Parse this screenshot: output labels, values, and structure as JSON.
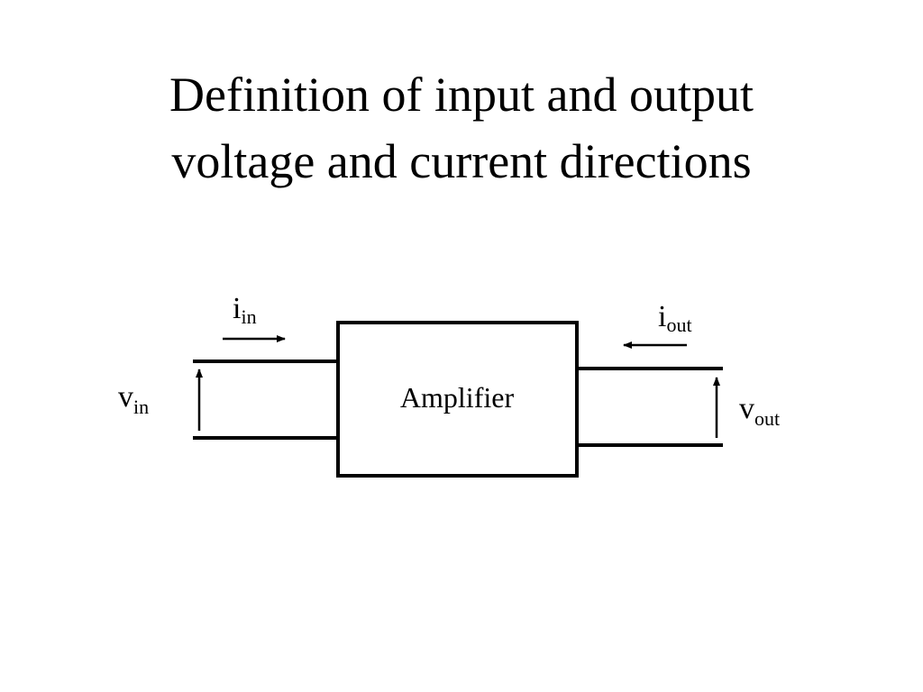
{
  "title": {
    "line1": "Definition of input and output",
    "line2": "voltage and current directions"
  },
  "diagram": {
    "block_label": "Amplifier",
    "input_current": {
      "symbol": "i",
      "subscript": "in"
    },
    "output_current": {
      "symbol": "i",
      "subscript": "out"
    },
    "input_voltage": {
      "symbol": "v",
      "subscript": "in"
    },
    "output_voltage": {
      "symbol": "v",
      "subscript": "out"
    }
  }
}
